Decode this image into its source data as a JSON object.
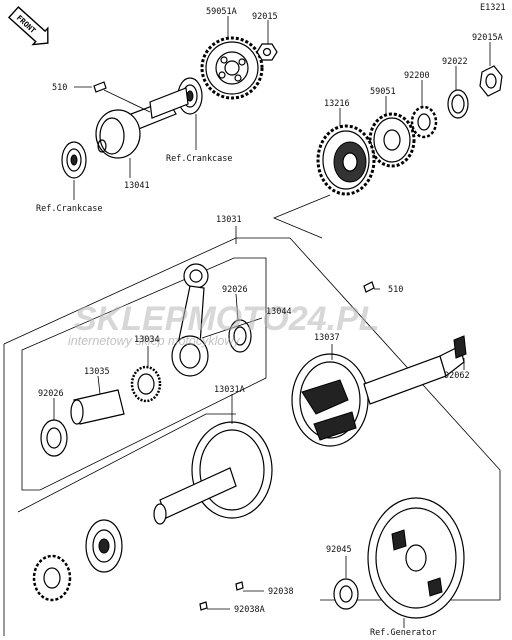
{
  "diagram_code": "E1321",
  "direction_tag": "FRONT",
  "watermark": {
    "brand": "SKLEPMOTO24.PL",
    "tagline": "internetowy sklep motocyklowy"
  },
  "labels": {
    "p59051A": "59051A",
    "p92015": "92015",
    "p92015A": "92015A",
    "p92022": "92022",
    "p92200": "92200",
    "p59051": "59051",
    "p13216": "13216",
    "p510_top": "510",
    "ref_crankcase_mid": "Ref.Crankcase",
    "p13041": "13041",
    "ref_crankcase_left": "Ref.Crankcase",
    "p13031": "13031",
    "p92026_top": "92026",
    "p13044": "13044",
    "p510_right": "510",
    "p13034": "13034",
    "p13037": "13037",
    "p13035": "13035",
    "p92026_left": "92026",
    "p92062": "92062",
    "p13031A": "13031A",
    "p92038": "92038",
    "p92038A": "92038A",
    "p92045": "92045",
    "ref_generator": "Ref.Generator"
  }
}
